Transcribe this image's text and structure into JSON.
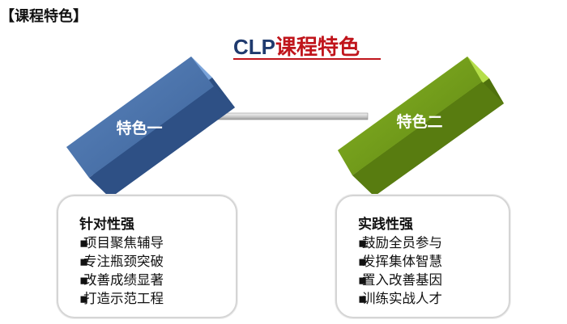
{
  "heading": "【课程特色】",
  "title": {
    "prefix": "CLP",
    "suffix": "课程特色"
  },
  "colors": {
    "blue_face": "#4a73ad",
    "blue_side": "#2e4f80",
    "blue_top": "#6b93cc",
    "green_face": "#6f9a1a",
    "green_side": "#4d6f0c",
    "green_top": "#a6d23a",
    "title_red": "#c0141b",
    "title_navy": "#1f3a6e"
  },
  "blocks": [
    {
      "label": "特色一"
    },
    {
      "label": "特色二"
    }
  ],
  "cards": [
    {
      "title": "针对性强",
      "bullet": "▪",
      "items": [
        "项目聚焦辅导",
        "专注瓶颈突破",
        "改善成绩显著",
        "打造示范工程"
      ]
    },
    {
      "title": "实践性强",
      "bullet": "▪",
      "items": [
        "鼓励全员参与",
        "发挥集体智慧",
        "置入改善基因",
        "训练实战人才"
      ]
    }
  ]
}
